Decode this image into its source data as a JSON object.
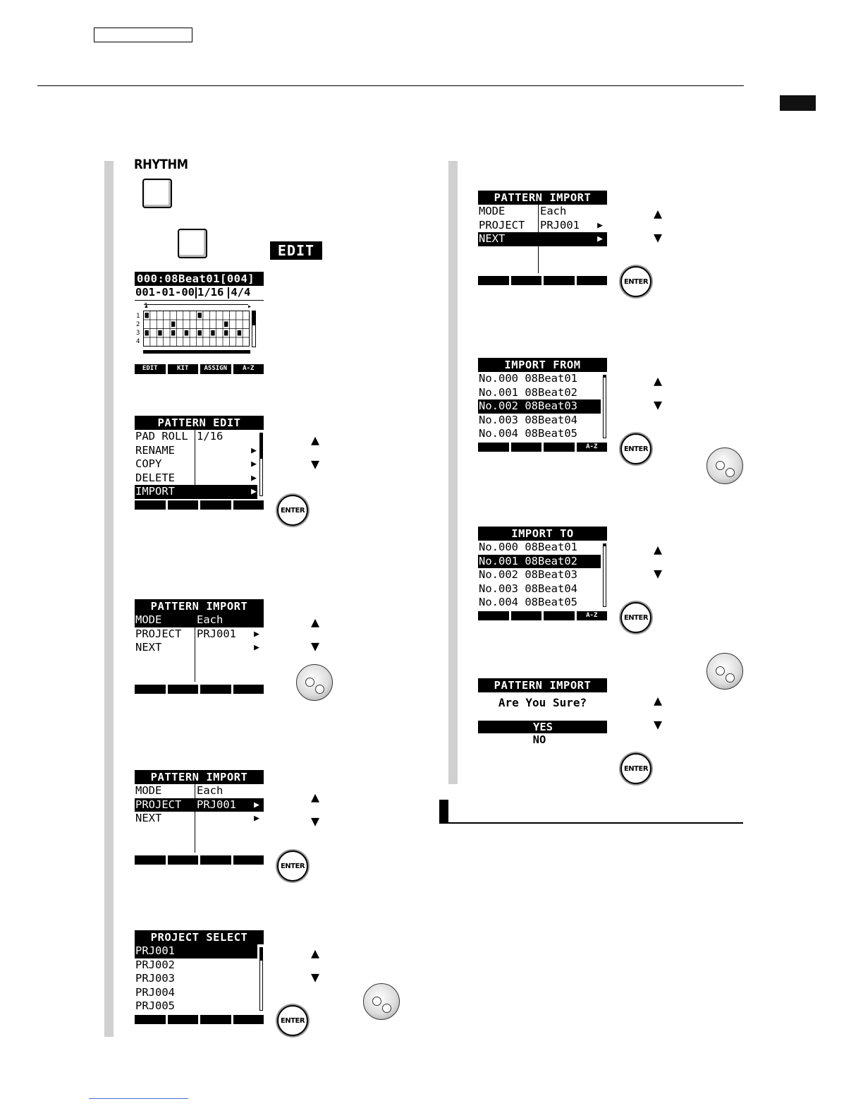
{
  "left": {
    "rhythm_label": "RHYTHM",
    "edit_badge": "EDIT",
    "main_screen": {
      "header": "000:08Beat01[004]",
      "position": "001-01-00",
      "quantize": "1/16",
      "time_sig": "4/4",
      "measure_mark": "1",
      "track_numbers": [
        "1",
        "2",
        "3",
        "4"
      ],
      "fn_keys": [
        "EDIT",
        "KIT",
        "ASSIGN",
        "A-Z"
      ]
    },
    "pattern_edit": {
      "title": "PATTERN EDIT",
      "rows": [
        {
          "label": "PAD ROLL",
          "value": "1/16"
        },
        {
          "label": "RENAME",
          "value": ""
        },
        {
          "label": "COPY",
          "value": ""
        },
        {
          "label": "DELETE",
          "value": ""
        },
        {
          "label": "IMPORT",
          "value": ""
        }
      ]
    },
    "pattern_import_1": {
      "title": "PATTERN IMPORT",
      "rows": [
        {
          "label": "MODE",
          "value": "Each"
        },
        {
          "label": "PROJECT",
          "value": "PRJ001"
        },
        {
          "label": "NEXT",
          "value": ""
        }
      ]
    },
    "pattern_import_2": {
      "title": "PATTERN IMPORT",
      "rows": [
        {
          "label": "MODE",
          "value": "Each"
        },
        {
          "label": "PROJECT",
          "value": "PRJ001"
        },
        {
          "label": "NEXT",
          "value": ""
        }
      ]
    },
    "project_select": {
      "title": "PROJECT SELECT",
      "items": [
        "PRJ001",
        "PRJ002",
        "PRJ003",
        "PRJ004",
        "PRJ005"
      ]
    }
  },
  "right": {
    "pattern_import_3": {
      "title": "PATTERN IMPORT",
      "rows": [
        {
          "label": "MODE",
          "value": "Each"
        },
        {
          "label": "PROJECT",
          "value": "PRJ001"
        },
        {
          "label": "NEXT",
          "value": ""
        }
      ]
    },
    "import_from": {
      "title": "IMPORT FROM",
      "items": [
        "No.000 08Beat01",
        "No.001 08Beat02",
        "No.002 08Beat03",
        "No.003 08Beat04",
        "No.004 08Beat05"
      ],
      "fn_last": "A-Z"
    },
    "import_to": {
      "title": "IMPORT TO",
      "items": [
        "No.000 08Beat01",
        "No.001 08Beat02",
        "No.002 08Beat03",
        "No.003 08Beat04",
        "No.004 08Beat05"
      ],
      "fn_last": "A-Z"
    },
    "confirm": {
      "title": "PATTERN IMPORT",
      "question": "Are You Sure?",
      "yes": "YES",
      "no": "NO"
    }
  },
  "controls": {
    "up_arrow": "▲",
    "down_arrow": "▼",
    "enter_label": "ENTER",
    "right_arrow": "▶"
  }
}
